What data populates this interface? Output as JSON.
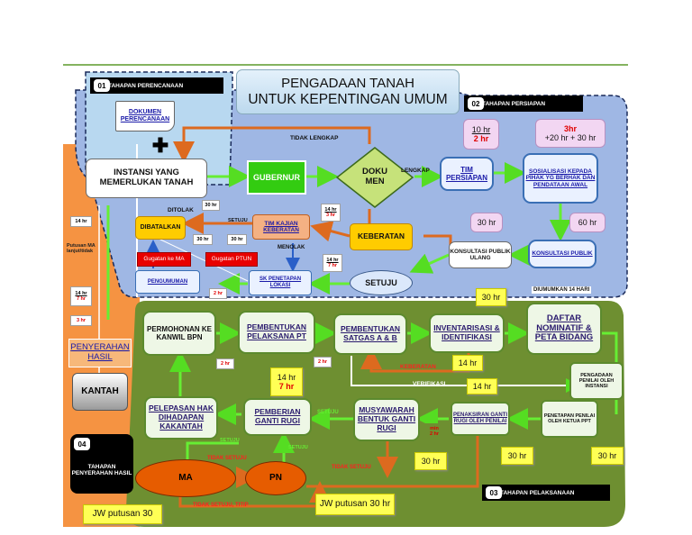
{
  "title": {
    "line1": "PENGADAAN TANAH",
    "line2": "UNTUK KEPENTINGAN UMUM"
  },
  "stages": {
    "s01": {
      "num": "01",
      "label": "TAHAPAN PERENCANAAN"
    },
    "s02": {
      "num": "02",
      "label": "TAHAPAN PERSIAPAN"
    },
    "s03": {
      "num": "03",
      "label": "TAHAPAN PELAKSANAAN"
    },
    "s04": {
      "num": "04",
      "label": "TAHAPAN PENYERAHAN HASIL"
    }
  },
  "nodes": {
    "dokumen_perencanaan": "DOKUMEN PERENCANAAN",
    "instansi": "INSTANSI YANG MEMERLUKAN TANAH",
    "gubernur": "GUBERNUR",
    "dokumen": "DOKU MEN",
    "tim_persiapan": "TIM PERSIAPAN",
    "sosialisasi": "SOSIALISASI KEPADA PIHAK YG BERHAK DAN PENDATAAN AWAL",
    "dibatalkan": "DIBATALKAN",
    "tim_kajian": "TIM KAJIAN KEBERATAN",
    "keberatan_box": "KEBERATAN",
    "konsultasi_ulang": "KONSULTASI PUBLIK ULANG",
    "konsultasi_publik": "KONSULTASI PUBLIK",
    "gugatan_ma": "Gugatan ke MA",
    "gugatan_ptun": "Gugatan PTUN",
    "pengumuman": "PENGUMUMAN",
    "sk_penetapan": "SK PENETAPAN LOKASI",
    "setuju_oval": "SETUJU",
    "permohonan": "PERMOHONAN KE KANWIL BPN",
    "pembentukan_pt": "PEMBENTUKAN PELAKSANA PT",
    "satgas": "PEMBENTUKAN SATGAS A & B",
    "inventarisasi": "INVENTARISASI & IDENTIFIKASI",
    "daftar": "DAFTAR NOMINATIF & PETA BIDANG",
    "pengadaan_penilai": "PENGADAAN PENILAI OLEH INSTANSI",
    "penetapan_penilai": "PENETAPAN PENILAI OLEH KETUA PPT",
    "penaksiran": "PENAKSIRAN GANTI RUGI OLEH PENILAI",
    "musyawarah": "MUSYAWARAH BENTUK GANTI RUGI",
    "pemberian": "PEMBERIAN GANTI RUGI",
    "pelepasan": "PELEPASAN HAK DIHADAPAN KAKANTAH",
    "penyerahan_hasil": "PENYERAHAN HASIL",
    "kantah": "KANTAH",
    "ma": "MA",
    "pn": "PN"
  },
  "edge_labels": {
    "tidak_lengkap": "TIDAK LENGKAP",
    "lengkap": "LENGKAP",
    "ditolak": "DITOLAK",
    "setuju_top": "SETUJU",
    "menolak": "MENOLAK",
    "keberatan": "KEBERATAN",
    "verifikasi": "VERIFIKASI",
    "setuju_mid": "SETUJU",
    "setuju_left1": "SETUJU",
    "setuju_left2": "SETUJU",
    "tidak_setuju_1": "TIDAK SETUJU",
    "tidak_setuju_2": "TIDAK SETUJU",
    "tidak_setuju_titip": "TIDAK SETUJU, TITIP",
    "diumumkan": "DIUMUMKAN 14 HARI",
    "putusan_ma": "Putusan MA lanjut/tidak"
  },
  "durations": {
    "d10_2": {
      "a": "10 hr",
      "b": "2 hr"
    },
    "d3_20_30": {
      "a": "3hr",
      "b": "+20 hr + 30 hr"
    },
    "d30_ku": "30 hr",
    "d60": "60 hr",
    "d30_daftar": "30 hr",
    "d14_ver": "14 hr",
    "d14_keb": "14 hr",
    "d14_7_pemb": {
      "a": "14 hr",
      "b": "7 hr"
    },
    "d30_mus": "30 hr",
    "d30_pen": "30 hr",
    "d30_right": "30 hr",
    "jw_left": "JW putusan 30",
    "jw_right": "JW putusan 30 hr",
    "s30a": "30 hr",
    "s30b": "30 hr",
    "s30c": "30 hr",
    "s14_3": {
      "a": "14 hr",
      "b": "3 hr"
    },
    "s14_7": {
      "a": "14 hr",
      "b": "7 hr"
    },
    "s2": "2 hr",
    "s14_left": "14 hr",
    "s14_7_left": {
      "a": "14 hr",
      "b": "7 hr"
    },
    "s3_left": "3 hr",
    "s2_perm": "2 hr",
    "s2_pt": "2 hr",
    "min2": {
      "a": "min",
      "b": "2 hr"
    }
  },
  "colors": {
    "panel_blue": "#9fb7e4",
    "panel_green": "#6e8f31",
    "side_orange": "#f59342",
    "arrow_green": "#66ee33",
    "arrow_orange": "#dd6a1f",
    "arrow_blue": "#2a5fc8"
  }
}
